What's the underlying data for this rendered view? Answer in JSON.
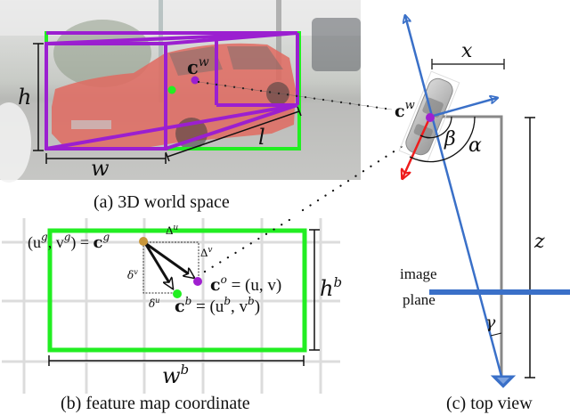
{
  "panels": {
    "a": {
      "caption": "(a) 3D world space",
      "labels": {
        "h": "h",
        "w": "w",
        "l": "l",
        "center": "c",
        "center_sup": "w"
      },
      "colors": {
        "box2d": "#22ee22",
        "box3d": "#9b1fd0",
        "photo_tint": "#c9c9c9",
        "car": "#e2534a"
      }
    },
    "b": {
      "caption": "(b) feature map coordinate",
      "labels": {
        "cg_lhs": "(u",
        "cg_sup1": "g",
        "cg_mid": ", v",
        "cg_sup2": "g",
        "cg_rhs": ") = ",
        "cg_c": "c",
        "cg_c_sup": "g",
        "Du": "Δ",
        "Du_sup": "u",
        "Dv": "Δ",
        "Dv_sup": "v",
        "du": "δ",
        "du_sup": "u",
        "dv": "δ",
        "dv_sup": "v",
        "co_c": "c",
        "co_sup": "o",
        "co_rhs": " = (u, v)",
        "cb_c": "c",
        "cb_sup": "b",
        "cb_rhs1": " = (u",
        "cb_rhs_sup1": "b",
        "cb_rhs2": ", v",
        "cb_rhs_sup2": "b",
        "cb_rhs3": ")",
        "hb": "h",
        "hb_sup": "b",
        "wb": "w",
        "wb_sup": "b"
      },
      "colors": {
        "box": "#22ee22",
        "grid": "#dddddd",
        "cg": "#c8963a",
        "co": "#a020d0",
        "cb": "#22ee22"
      }
    },
    "c": {
      "caption": "(c) top view",
      "labels": {
        "x": "x",
        "z": "z",
        "alpha": "α",
        "beta": "β",
        "gamma": "γ",
        "image_plane_1": "image",
        "image_plane_2": "plane",
        "cw_c": "c",
        "cw_sup": "w"
      },
      "colors": {
        "ray": "#3a70c8",
        "heading": "#ee1c1c",
        "plane": "#3a70c8",
        "axis": "#888888",
        "center": "#a020d0"
      }
    }
  }
}
